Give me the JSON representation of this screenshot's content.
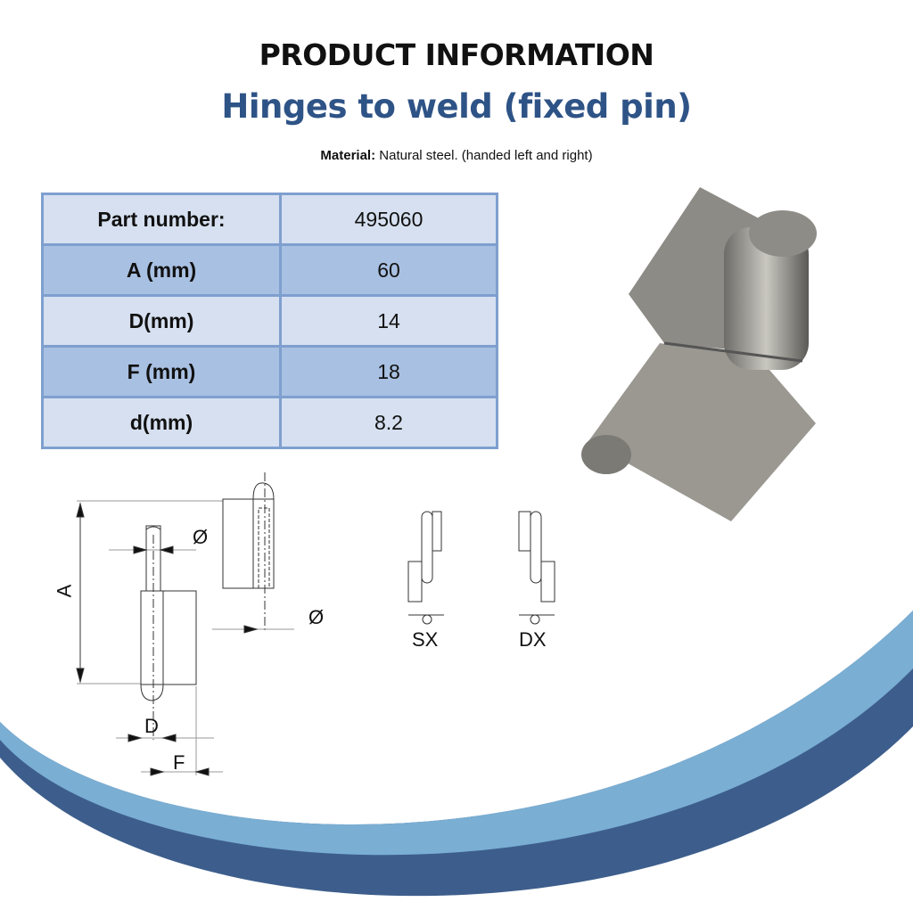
{
  "header": {
    "title": "PRODUCT INFORMATION",
    "subtitle": "Hinges to weld (fixed pin)"
  },
  "material": {
    "label": "Material:",
    "value": "Natural steel. (handed left and right)"
  },
  "specs": [
    {
      "key": "Part number:",
      "value": "495060"
    },
    {
      "key": "A (mm)",
      "value": "60"
    },
    {
      "key": "D(mm)",
      "value": "14"
    },
    {
      "key": "F (mm)",
      "value": "18"
    },
    {
      "key": "d(mm)",
      "value": "8.2"
    }
  ],
  "diagram": {
    "a": "A",
    "dia1": "Ø",
    "dia2": "Ø",
    "d": "D",
    "f": "F",
    "sx": "SX",
    "dx": "DX"
  },
  "colors": {
    "title_blue": "#2e5386",
    "band_dark": "#3d5e8c",
    "band_light": "#7aaed3"
  }
}
